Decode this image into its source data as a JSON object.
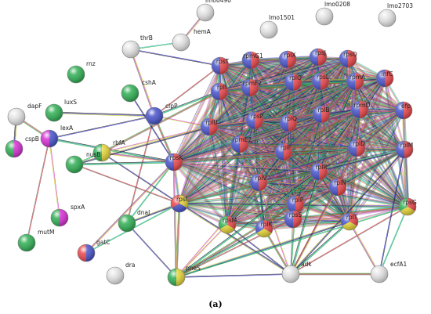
{
  "caption": "(a)",
  "palette": {
    "red": "#e8464a",
    "blue": "#4752c9",
    "green": "#2fae53",
    "yellow": "#e6d538",
    "magenta": "#d52fd3",
    "white": "#e4e4e4"
  },
  "edge_colors": [
    "#2b2bcc",
    "#1fae3a",
    "#d63cd0",
    "#232323",
    "#d92b2b",
    "#c9c928",
    "#25b1b6",
    "#6d6d6d"
  ],
  "nodes": [
    {
      "id": "lmo0490",
      "label": "lmo0490",
      "fill": [
        "white"
      ]
    },
    {
      "id": "lmo1501",
      "label": "lmo1501",
      "fill": [
        "white"
      ]
    },
    {
      "id": "lmo0208",
      "label": "lmo0208",
      "fill": [
        "white"
      ]
    },
    {
      "id": "lmo2703",
      "label": "lmo2703",
      "fill": [
        "white"
      ]
    },
    {
      "id": "hemA",
      "label": "hemA",
      "fill": [
        "white"
      ]
    },
    {
      "id": "thrB",
      "label": "thrB",
      "fill": [
        "white"
      ]
    },
    {
      "id": "rnz",
      "label": "rnz",
      "fill": [
        "green"
      ]
    },
    {
      "id": "cshA",
      "label": "cshA",
      "fill": [
        "green"
      ]
    },
    {
      "id": "luxS",
      "label": "luxS",
      "fill": [
        "green"
      ]
    },
    {
      "id": "clpP",
      "label": "clpP",
      "fill": [
        "blue"
      ]
    },
    {
      "id": "dapF",
      "label": "dapF",
      "fill": [
        "white"
      ]
    },
    {
      "id": "lexA",
      "label": "lexA",
      "fill": [
        "blue",
        "magenta"
      ]
    },
    {
      "id": "cspB",
      "label": "cspB",
      "fill": [
        "magenta",
        "green"
      ]
    },
    {
      "id": "rbfA",
      "label": "rbfA",
      "fill": [
        "yellow",
        "green"
      ]
    },
    {
      "id": "nusB",
      "label": "nusB",
      "fill": [
        "green"
      ]
    },
    {
      "id": "spxA",
      "label": "spxA",
      "fill": [
        "magenta",
        "green"
      ]
    },
    {
      "id": "mutM",
      "label": "mutM",
      "fill": [
        "green"
      ]
    },
    {
      "id": "dnaJ",
      "label": "dnaJ",
      "fill": [
        "green"
      ]
    },
    {
      "id": "gatC",
      "label": "gatC",
      "fill": [
        "blue",
        "red"
      ]
    },
    {
      "id": "dra",
      "label": "dra",
      "fill": [
        "white"
      ]
    },
    {
      "id": "pheS",
      "label": "pheS",
      "fill": [
        "yellow",
        "green"
      ]
    },
    {
      "id": "adk",
      "label": "adk",
      "fill": [
        "white"
      ]
    },
    {
      "id": "ecfA1",
      "label": "ecfA1",
      "fill": [
        "white"
      ]
    },
    {
      "id": "rpsT",
      "label": "rpsT",
      "fill": [
        "red",
        "blue"
      ]
    },
    {
      "id": "rpmG1",
      "label": "rpmG1",
      "fill": [
        "red",
        "blue"
      ]
    },
    {
      "id": "rplX",
      "label": "rplX",
      "fill": [
        "red",
        "blue"
      ]
    },
    {
      "id": "rpsJ",
      "label": "rpsJ",
      "fill": [
        "red",
        "blue"
      ]
    },
    {
      "id": "rpsO",
      "label": "rpsO",
      "fill": [
        "red",
        "blue"
      ]
    },
    {
      "id": "infC",
      "label": "infC",
      "fill": [
        "red",
        "blue"
      ]
    },
    {
      "id": "rplI",
      "label": "rplI",
      "fill": [
        "red",
        "blue"
      ]
    },
    {
      "id": "rpmF2",
      "label": "rpmF2",
      "fill": [
        "red",
        "blue"
      ]
    },
    {
      "id": "rplO",
      "label": "rplO",
      "fill": [
        "red",
        "blue"
      ]
    },
    {
      "id": "rpsL",
      "label": "rpsL",
      "fill": [
        "red",
        "blue"
      ]
    },
    {
      "id": "rpmA",
      "label": "rpmA",
      "fill": [
        "red",
        "blue"
      ]
    },
    {
      "id": "efp",
      "label": "efp",
      "fill": [
        "red",
        "blue"
      ]
    },
    {
      "id": "rplU",
      "label": "rplU",
      "fill": [
        "red",
        "blue"
      ]
    },
    {
      "id": "rpsP",
      "label": "rpsP",
      "fill": [
        "red",
        "blue"
      ]
    },
    {
      "id": "rplQ",
      "label": "rplQ",
      "fill": [
        "red",
        "blue"
      ]
    },
    {
      "id": "rplB",
      "label": "rplB",
      "fill": [
        "red",
        "blue"
      ]
    },
    {
      "id": "rpmD",
      "label": "rpmD",
      "fill": [
        "red",
        "blue"
      ]
    },
    {
      "id": "rpmE2",
      "label": "rpmE2",
      "fill": [
        "red",
        "blue"
      ]
    },
    {
      "id": "rplF",
      "label": "rplF",
      "fill": [
        "red",
        "blue"
      ]
    },
    {
      "id": "rplD",
      "label": "rplD",
      "fill": [
        "red",
        "blue"
      ]
    },
    {
      "id": "rplM",
      "label": "rplM",
      "fill": [
        "red",
        "blue"
      ]
    },
    {
      "id": "rpsK",
      "label": "rpsK",
      "fill": [
        "red",
        "blue"
      ]
    },
    {
      "id": "rplV",
      "label": "rplV",
      "fill": [
        "red",
        "blue"
      ]
    },
    {
      "id": "rplR",
      "label": "rplR",
      "fill": [
        "red",
        "blue"
      ]
    },
    {
      "id": "rplP",
      "label": "rplP",
      "fill": [
        "red",
        "blue"
      ]
    },
    {
      "id": "rplN",
      "label": "rplN",
      "fill": [
        "red",
        "blue"
      ]
    },
    {
      "id": "rpsI",
      "label": "rpsI",
      "fill": [
        "yellow",
        "blue",
        "red"
      ]
    },
    {
      "id": "rpsM",
      "label": "rpsM",
      "fill": [
        "red",
        "yellow",
        "green"
      ]
    },
    {
      "id": "rplK",
      "label": "rplK",
      "fill": [
        "red",
        "yellow",
        "blue"
      ]
    },
    {
      "id": "rpsS",
      "label": "rpsS",
      "fill": [
        "red",
        "blue"
      ]
    },
    {
      "id": "rplT",
      "label": "rplT",
      "fill": [
        "red",
        "yellow",
        "blue"
      ]
    },
    {
      "id": "rpsG",
      "label": "rpsG",
      "fill": [
        "red",
        "yellow",
        "green"
      ]
    }
  ]
}
